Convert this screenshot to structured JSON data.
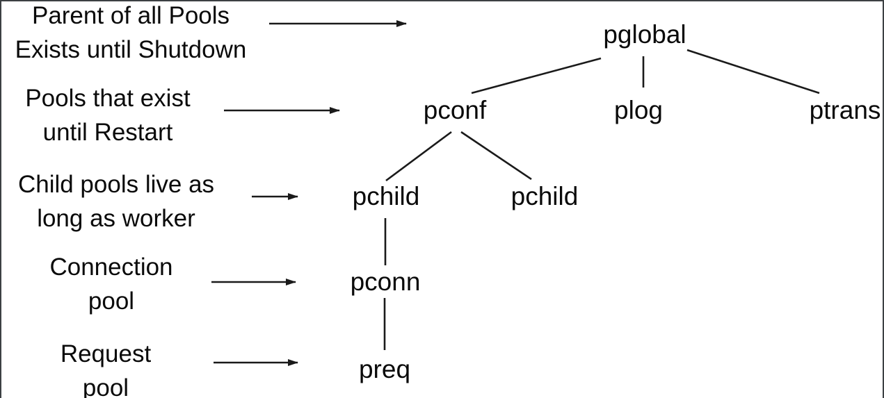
{
  "annotations": {
    "parent": {
      "line1": "Parent of all Pools",
      "line2": "Exists until Shutdown",
      "points_to": "pglobal"
    },
    "restart": {
      "line1": "Pools that exist",
      "line2": "until Restart",
      "points_to": "pconf"
    },
    "child": {
      "line1": "Child pools live as",
      "line2": "long as worker",
      "points_to": "pchild"
    },
    "conn": {
      "line1": "Connection",
      "line2": "pool",
      "points_to": "pconn"
    },
    "req": {
      "line1": "Request",
      "line2": "pool",
      "points_to": "preq"
    }
  },
  "nodes": {
    "pglobal": "pglobal",
    "pconf": "pconf",
    "plog": "plog",
    "ptrans": "ptrans",
    "pchild_left": "pchild",
    "pchild_right": "pchild",
    "pconn": "pconn",
    "preq": "preq"
  },
  "tree_structure": {
    "pglobal": [
      "pconf",
      "plog",
      "ptrans"
    ],
    "pconf": [
      "pchild",
      "pchild"
    ],
    "pchild_left": [
      "pconn"
    ],
    "pconn": [
      "preq"
    ]
  },
  "colors": {
    "text": "#0a0a0a",
    "line": "#1a1a1a",
    "frame_border": "#3c4043",
    "background": "#ffffff"
  }
}
